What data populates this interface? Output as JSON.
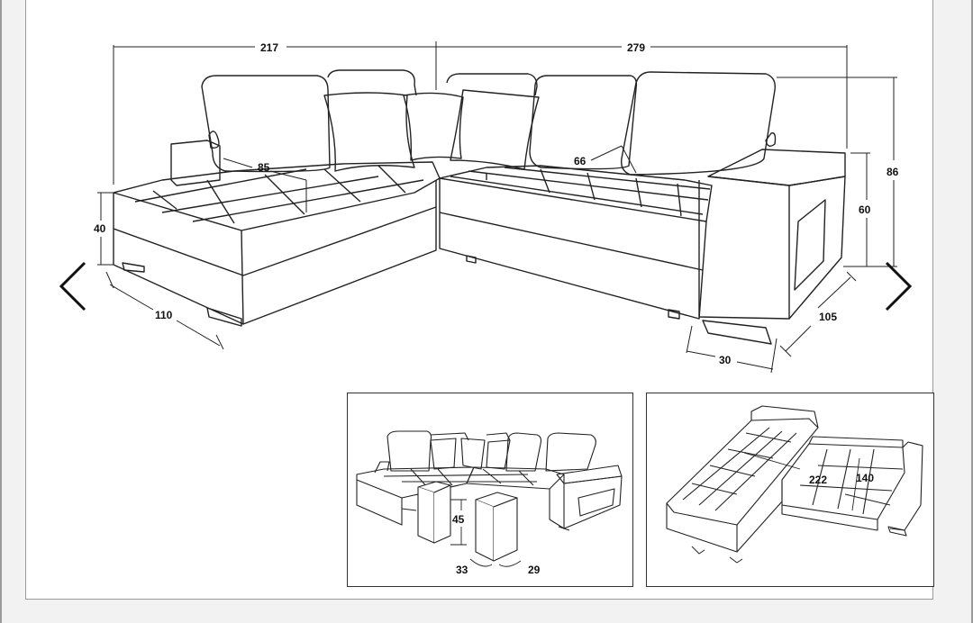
{
  "main_drawing": {
    "dim_left_width": "217",
    "dim_right_width": "279",
    "dim_seat_depth_left": "85",
    "dim_seat_depth_right": "66",
    "dim_seat_height": "40",
    "dim_chaise_depth": "110",
    "dim_back_height": "86",
    "dim_arm_height": "60",
    "dim_arm_depth": "105",
    "dim_arm_width": "30"
  },
  "panel_ottomans": {
    "dim_height": "45",
    "dim_width": "33",
    "dim_depth": "29"
  },
  "panel_bed": {
    "dim_length": "222",
    "dim_width": "140"
  },
  "navigation": {
    "prev_icon": "chevron-left-icon",
    "next_icon": "chevron-right-icon"
  },
  "colors": {
    "line": "#222222",
    "background": "#ffffff",
    "page": "#f2f2f2"
  }
}
